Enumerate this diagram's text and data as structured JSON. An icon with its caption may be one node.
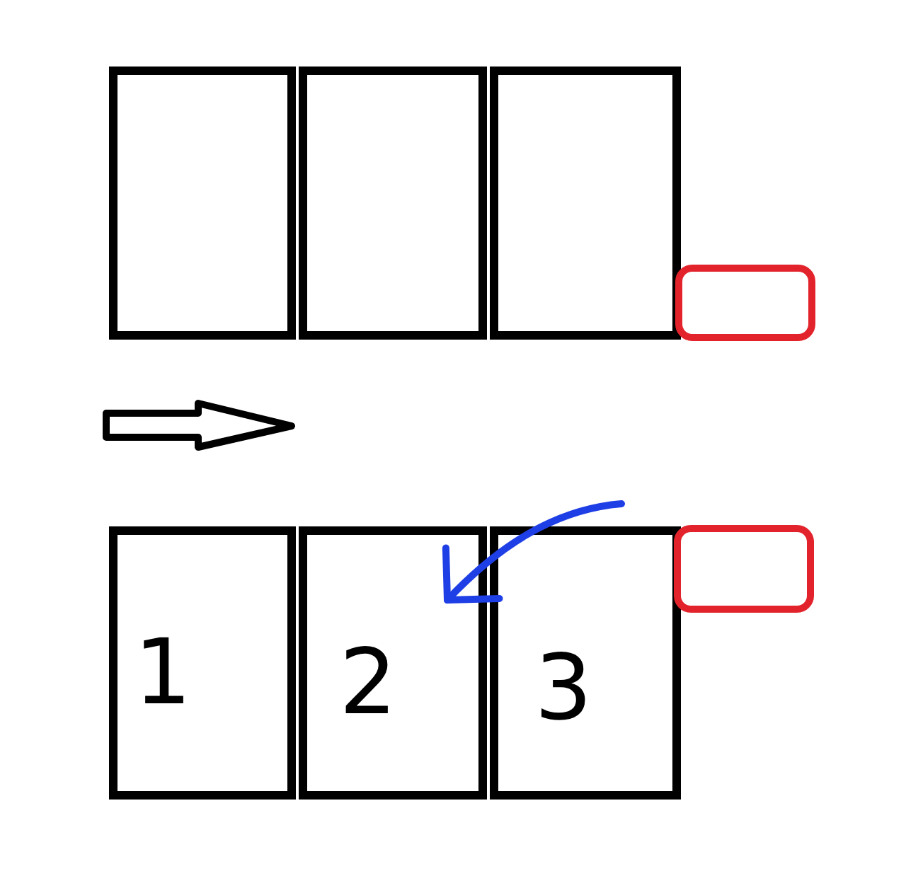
{
  "diagram": {
    "nodes": [
      {
        "text": [],
        "shape": "box"
      },
      {
        "text": [],
        "shape": "box"
      },
      {
        "text": [],
        "shape": "box"
      },
      {
        "text": [],
        "shape": "box"
      },
      {
        "text": [
          "1"
        ]
      },
      {
        "text": [
          "2"
        ]
      },
      {
        "text": [
          "3"
        ]
      },
      {
        "text": [],
        "shape": "box"
      }
    ],
    "edges": [
      {
        "from": null,
        "to": 5,
        "arrow": "to",
        "color": "#1f3fe6"
      }
    ]
  }
}
